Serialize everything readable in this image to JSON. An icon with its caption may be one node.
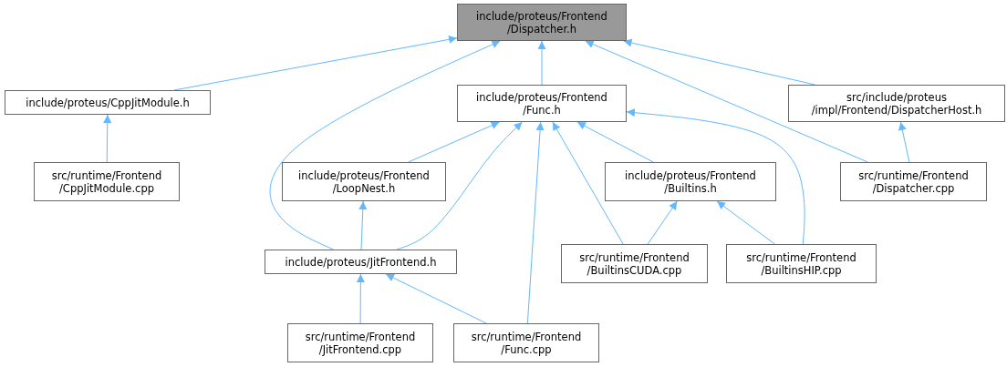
{
  "diagram": {
    "nodes": [
      {
        "text": [
          "include/proteus/Frontend /Dispatcher.h"
        ]
      },
      {
        "text": [
          "include/proteus/CppJitModule.h"
        ]
      },
      {
        "text": [
          "include/proteus/Frontend /Func.h"
        ]
      },
      {
        "text": [
          "src/include/proteus /impl/Frontend/DispatcherHost.h"
        ]
      },
      {
        "text": [
          "src/runtime/Frontend /CppJitModule.cpp"
        ]
      },
      {
        "text": [
          "include/proteus/Frontend /LoopNest.h"
        ]
      },
      {
        "text": [
          "include/proteus/Frontend /Builtins.h"
        ]
      },
      {
        "text": [
          "src/runtime/Frontend /Dispatcher.cpp"
        ]
      },
      {
        "text": [
          "include/proteus/JitFrontend.h"
        ]
      },
      {
        "text": [
          "src/runtime/Frontend /BuiltinsCUDA.cpp"
        ]
      },
      {
        "text": [
          "src/runtime/Frontend /BuiltinsHIP.cpp"
        ]
      },
      {
        "text": [
          "src/runtime/Frontend /JitFrontend.cpp"
        ]
      },
      {
        "text": [
          "src/runtime/Frontend /Func.cpp"
        ]
      }
    ],
    "edges": [
      {
        "from": 1,
        "to": 0,
        "arrow": "to"
      },
      {
        "from": 2,
        "to": 0,
        "arrow": "to"
      },
      {
        "from": 3,
        "to": 0,
        "arrow": "to"
      },
      {
        "from": 7,
        "to": 0,
        "arrow": "to"
      },
      {
        "from": 8,
        "to": 0,
        "arrow": "to"
      },
      {
        "from": 4,
        "to": 1,
        "arrow": "to"
      },
      {
        "from": 5,
        "to": 2,
        "arrow": "to"
      },
      {
        "from": 8,
        "to": 2,
        "arrow": "to"
      },
      {
        "from": 12,
        "to": 2,
        "arrow": "to"
      },
      {
        "from": 9,
        "to": 2,
        "arrow": "to"
      },
      {
        "from": 6,
        "to": 2,
        "arrow": "to"
      },
      {
        "from": 10,
        "to": 2,
        "arrow": "to"
      },
      {
        "from": 7,
        "to": 3,
        "arrow": "to"
      },
      {
        "from": 8,
        "to": 5,
        "arrow": "to"
      },
      {
        "from": 9,
        "to": 6,
        "arrow": "to"
      },
      {
        "from": 10,
        "to": 6,
        "arrow": "to"
      },
      {
        "from": 11,
        "to": 8,
        "arrow": "to"
      },
      {
        "from": 12,
        "to": 8,
        "arrow": "to"
      }
    ]
  }
}
